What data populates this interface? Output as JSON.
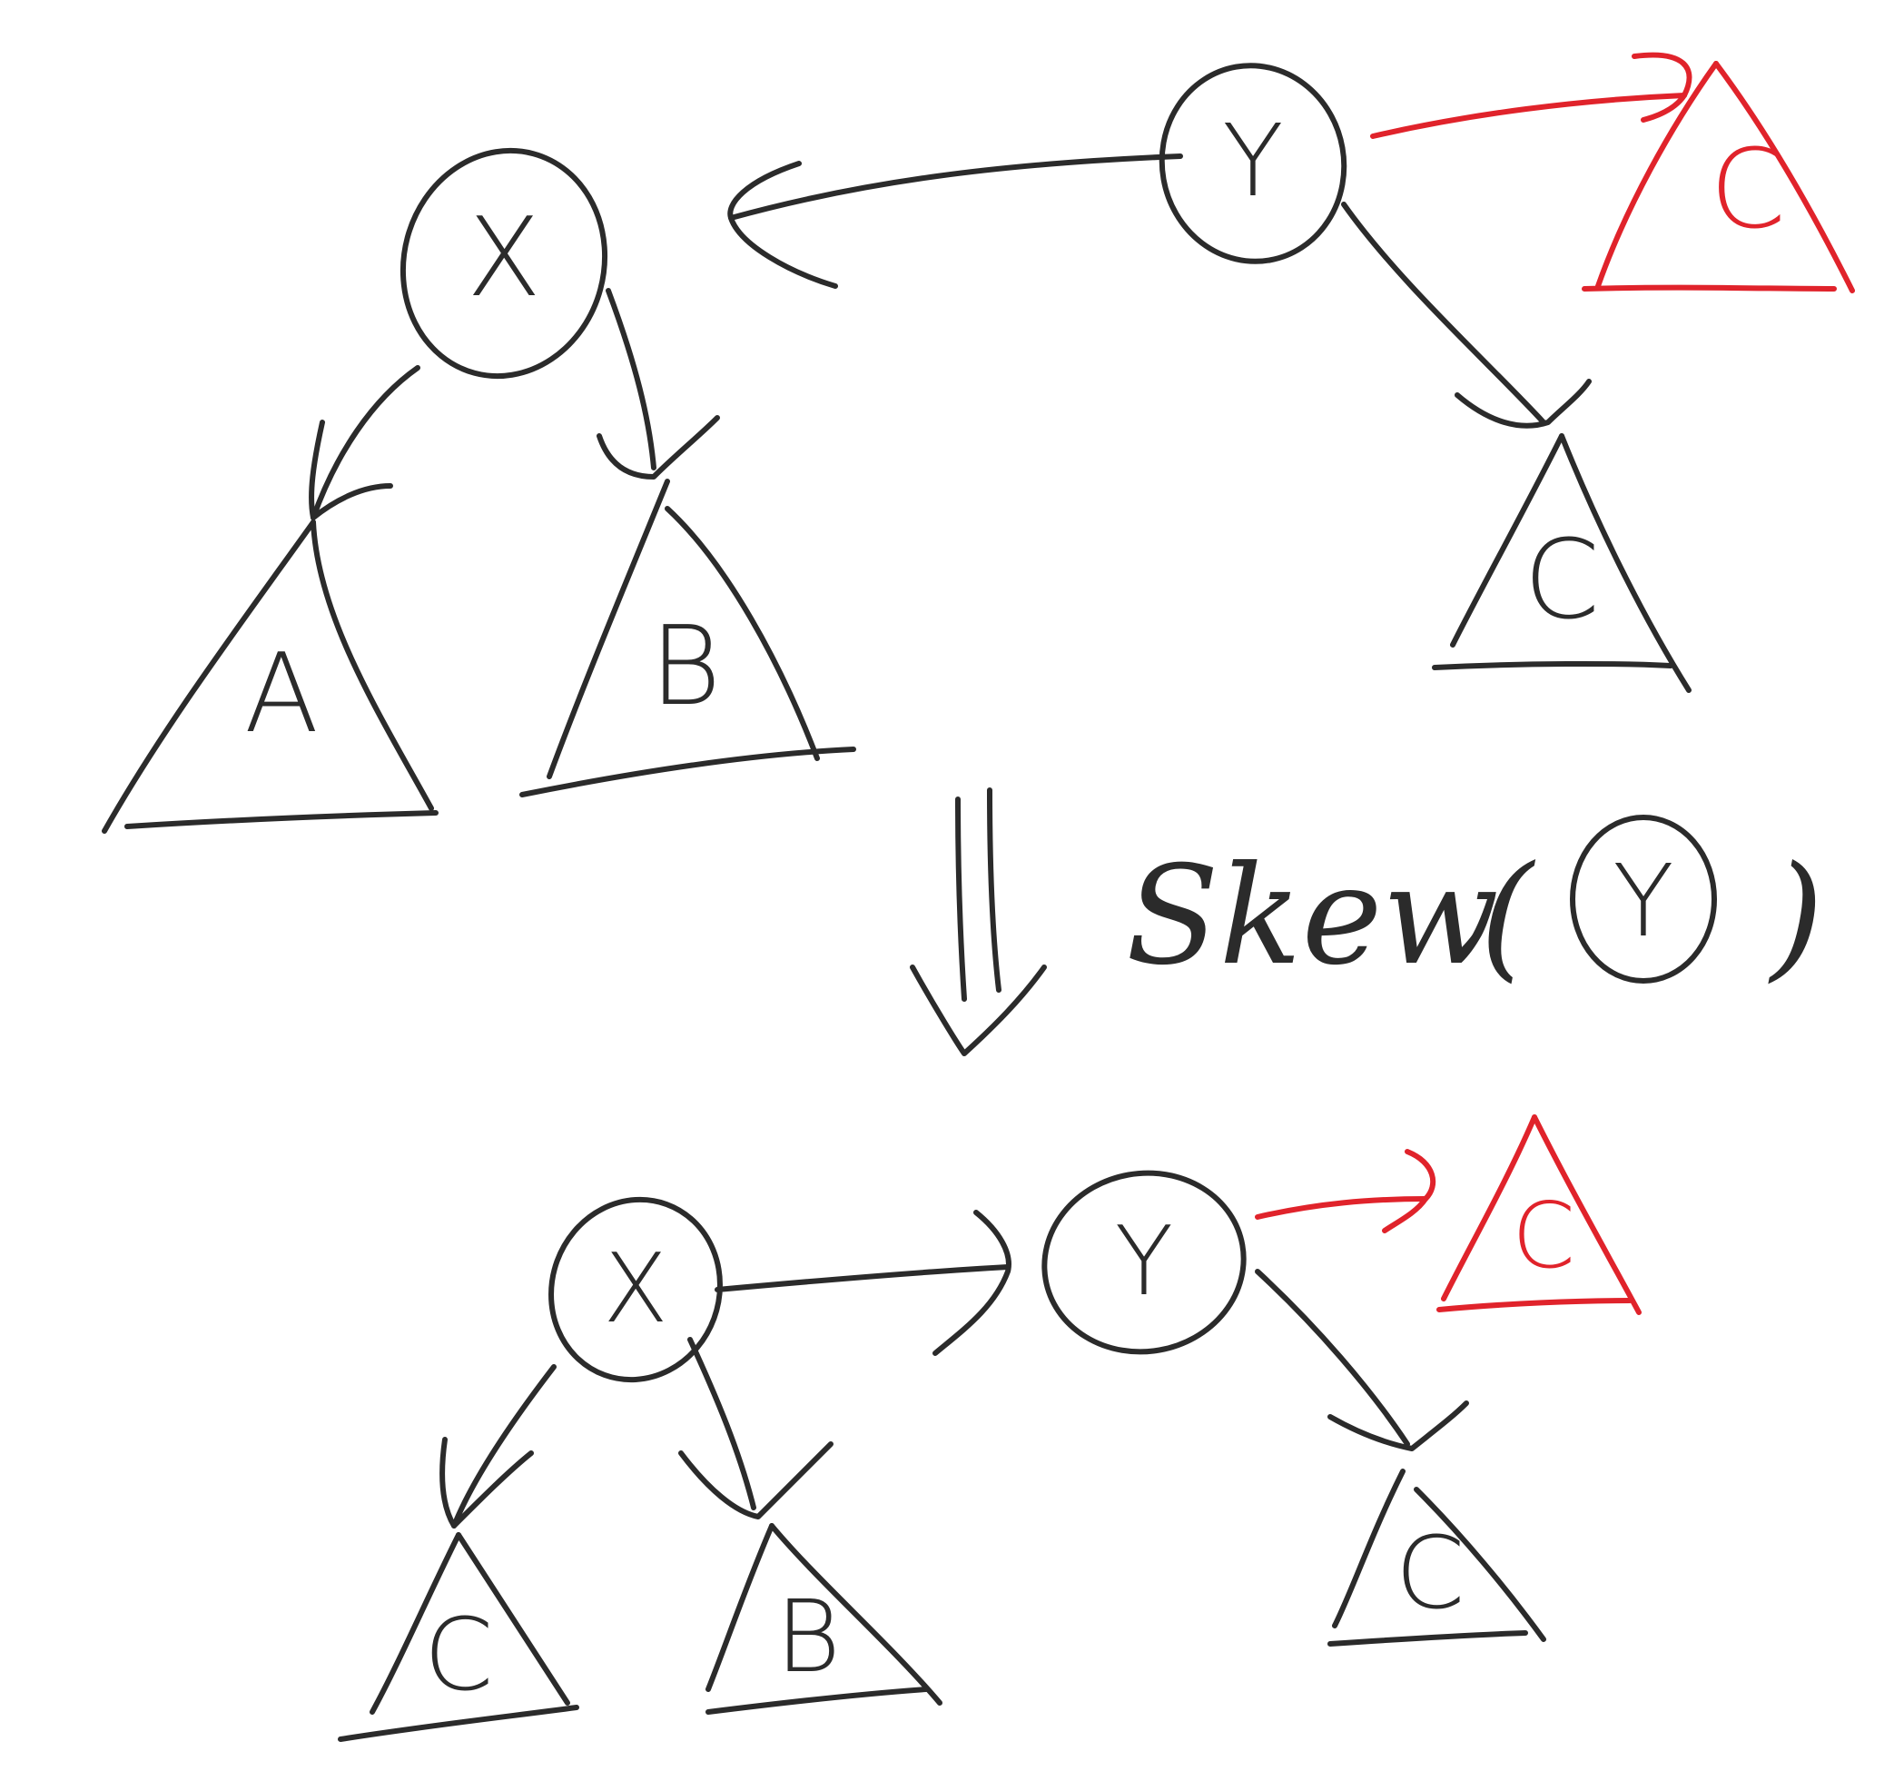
{
  "colors": {
    "ink": "#2b2b2b",
    "highlight": "#e0232b",
    "background": "#ffffff"
  },
  "before": {
    "node_x": "X",
    "node_y": "Y",
    "subtree_a": "A",
    "subtree_b": "B",
    "subtree_c": "C",
    "highlight_subtree": "C"
  },
  "operation": {
    "name": "Skew",
    "open_paren": "(",
    "argument": "Y",
    "close_paren": ")"
  },
  "after": {
    "node_x": "X",
    "node_y": "Y",
    "subtree_left": "C",
    "subtree_b": "B",
    "subtree_c": "C",
    "highlight_subtree": "C"
  }
}
